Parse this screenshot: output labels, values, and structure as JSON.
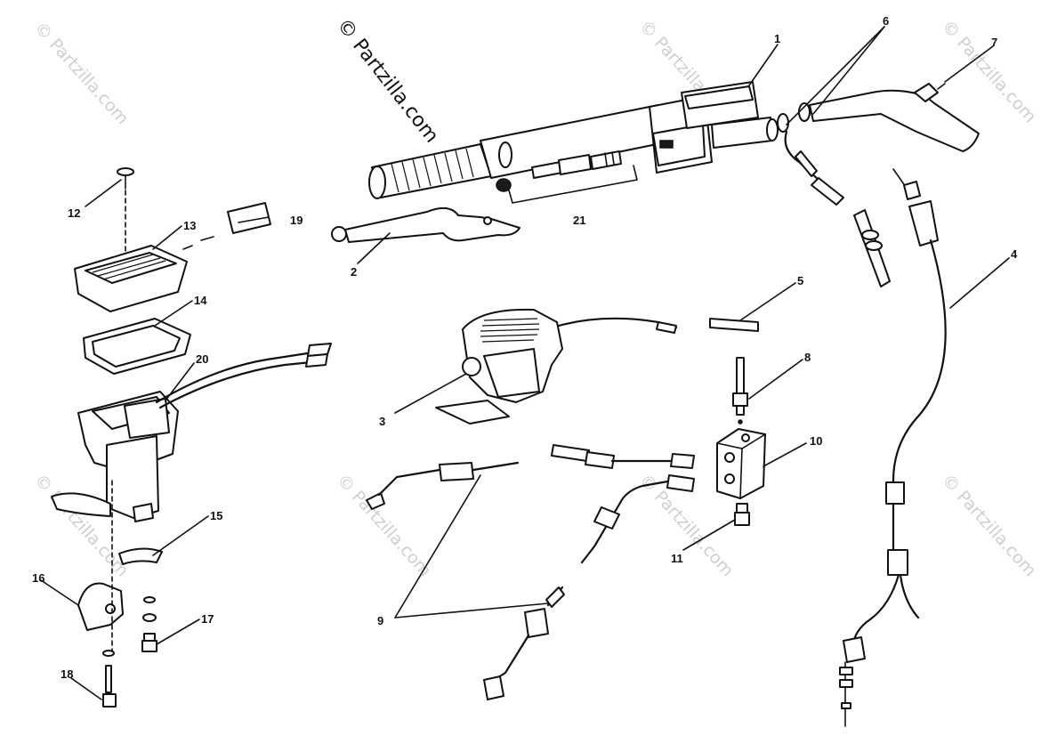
{
  "watermark": {
    "main": "© Partzilla.com",
    "faint": "© Partzilla.com"
  },
  "callouts": {
    "c1": "1",
    "c2": "2",
    "c3": "3",
    "c4": "4",
    "c5": "5",
    "c6": "6",
    "c7": "7",
    "c8": "8",
    "c9": "9",
    "c10": "10",
    "c11": "11",
    "c12": "12",
    "c13": "13",
    "c14": "14",
    "c15": "15",
    "c16": "16",
    "c17": "17",
    "c18": "18",
    "c19": "19",
    "c20": "20",
    "c21": "21"
  }
}
